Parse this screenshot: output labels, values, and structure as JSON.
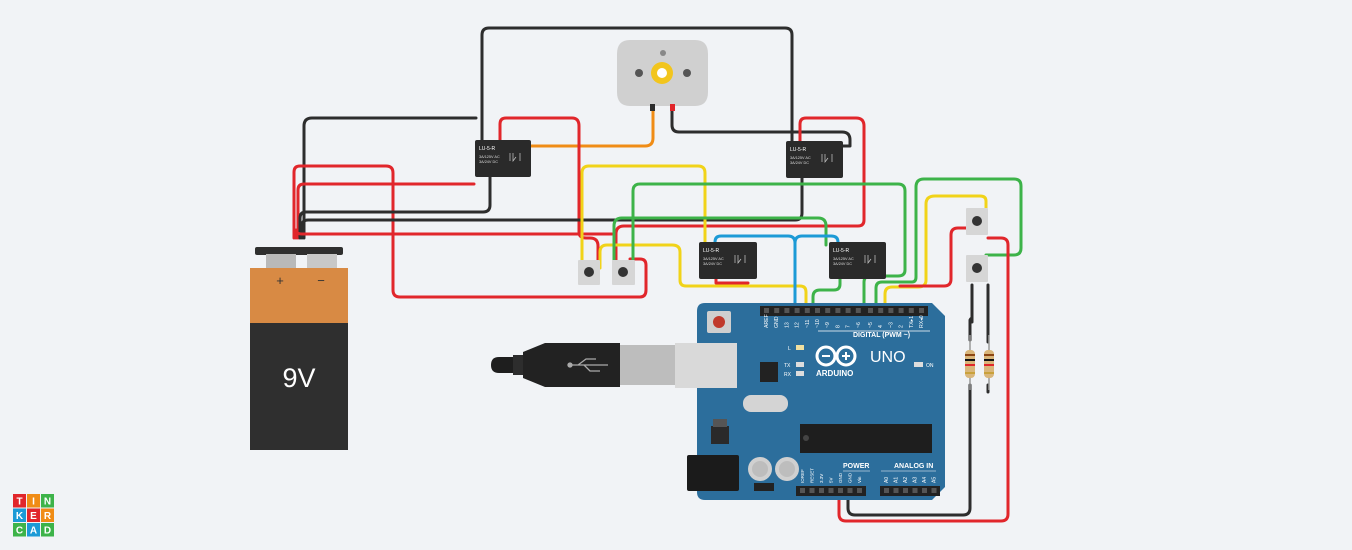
{
  "battery": {
    "voltage_label": "9V",
    "plus": "+",
    "minus": "−"
  },
  "relays": [
    {
      "model": "LU-5-R",
      "spec_ac": "3A/125V AC",
      "spec_dc": "3A/24V DC"
    },
    {
      "model": "LU-5-R",
      "spec_ac": "3A/125V AC",
      "spec_dc": "3A/24V DC"
    },
    {
      "model": "LU-5-R",
      "spec_ac": "3A/125V AC",
      "spec_dc": "3A/24V DC"
    },
    {
      "model": "LU-5-R",
      "spec_ac": "3A/125V AC",
      "spec_dc": "3A/24V DC"
    }
  ],
  "arduino": {
    "brand": "ARDUINO",
    "model": "UNO",
    "digital_label": "DIGITAL (PWM ~)",
    "power_label": "POWER",
    "analog_label": "ANALOG IN",
    "led_l": "L",
    "led_tx": "TX",
    "led_rx": "RX",
    "led_on": "ON",
    "digital_pins": [
      "AREF",
      "GND",
      "13",
      "12",
      "~11",
      "~10",
      "~9",
      "8",
      "7",
      "~6",
      "~5",
      "4",
      "~3",
      "2",
      "TX▸1",
      "RX◂0"
    ],
    "power_pins": [
      "IOREF",
      "RESET",
      "3.3V",
      "5V",
      "GND",
      "GND",
      "Vin"
    ],
    "analog_pins": [
      "A0",
      "A1",
      "A2",
      "A3",
      "A4",
      "A5"
    ]
  },
  "logo": {
    "letters": [
      "T",
      "I",
      "N",
      "K",
      "E",
      "R",
      "C",
      "A",
      "D"
    ]
  },
  "colors": {
    "wire_red": "#e1262b",
    "wire_black": "#2d2d2d",
    "wire_yellow": "#f1d319",
    "wire_green": "#3db349",
    "wire_blue": "#1c9ad6",
    "wire_orange": "#f08c16",
    "board_blue": "#2c6e9c",
    "battery_orange": "#d88a44"
  }
}
